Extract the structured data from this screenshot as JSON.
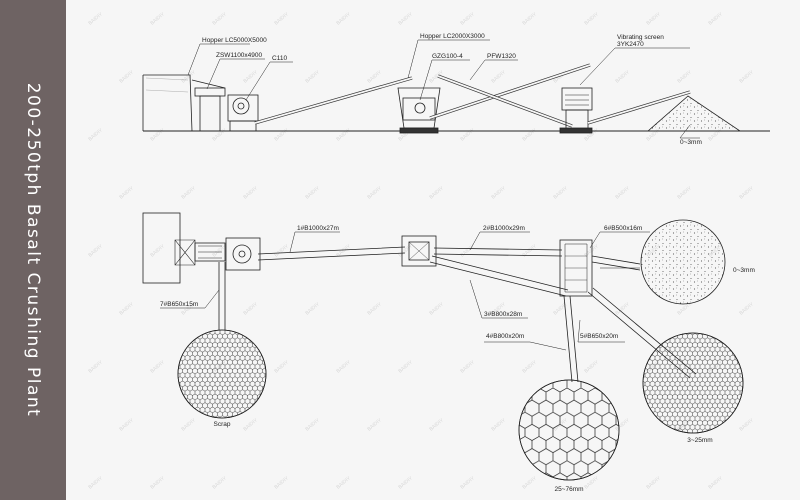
{
  "sidebar": {
    "title": "200-250tph Basalt Crushing Plant",
    "background": "#6e6363"
  },
  "watermark": "BAIDIY",
  "elevation": {
    "hopper1": "Hopper LC5000X5000",
    "feeder": "ZSW1100x4900",
    "jaw": "C110",
    "hopper2": "Hopper LC2000X3000",
    "cone": "GZG100-4",
    "impact": "PFW1320",
    "screen_name": "Vibrating screen",
    "screen_model": "3YK2470",
    "product": "0~3mm"
  },
  "plan": {
    "belt1": "1#B1000x27m",
    "belt2": "2#B1000x29m",
    "belt3": "3#B800x28m",
    "belt4": "4#B800x20m",
    "belt5": "5#B650x20m",
    "belt6": "6#B500x16m",
    "belt7": "7#B650x15m",
    "pile_fine": "0~3mm",
    "pile_scrap": "Scrap",
    "pile_medium": "3~25mm",
    "pile_coarse": "25~76mm"
  }
}
